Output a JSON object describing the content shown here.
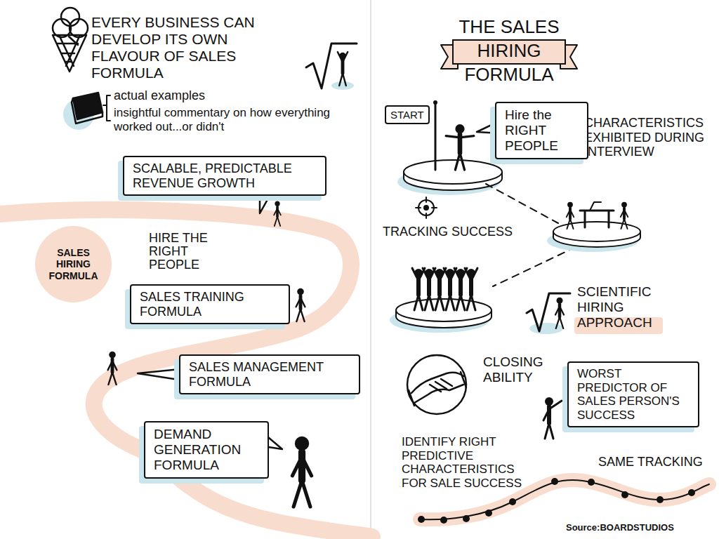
{
  "diagram": {
    "title": "THE SALES HIRING FORMULA",
    "caption": "Source:BOARDSTUDIOS",
    "nodes": [
      {
        "text": [
          "SCALABLE, PREDICTABLE REVENUE GROWTH"
        ]
      },
      {
        "text": [
          "SALES HIRING FORMULA"
        ]
      },
      {
        "text": [
          "SALES TRAINING FORMULA"
        ]
      },
      {
        "text": [
          "SALES MANAGEMENT FORMULA"
        ]
      },
      {
        "text": [
          "DEMAND GENERATION FORMULA"
        ]
      },
      {
        "text": [
          "START"
        ]
      },
      {
        "text": [
          "Hire the RIGHT PEOPLE"
        ]
      },
      {
        "text": [
          "WORST PREDICTOR OF SALES PERSON'S SUCCESS"
        ]
      }
    ],
    "labels": [
      "EVERY BUSINESS CAN DEVELOP ITS OWN FLAVOUR OF SALES FORMULA",
      "actual examples",
      "insightful commentary on how everything worked out...or didn't",
      "HIRE THE RIGHT PEOPLE",
      "CHARACTERISTICS EXHIBITED DURING INTERVIEW",
      "TRACKING SUCCESS",
      "SCIENTIFIC HIRING APPROACH",
      "CLOSING ABILITY",
      "IDENTIFY RIGHT PREDICTIVE CHARACTERISTICS FOR SALE SUCCESS",
      "SAME TRACKING"
    ]
  }
}
